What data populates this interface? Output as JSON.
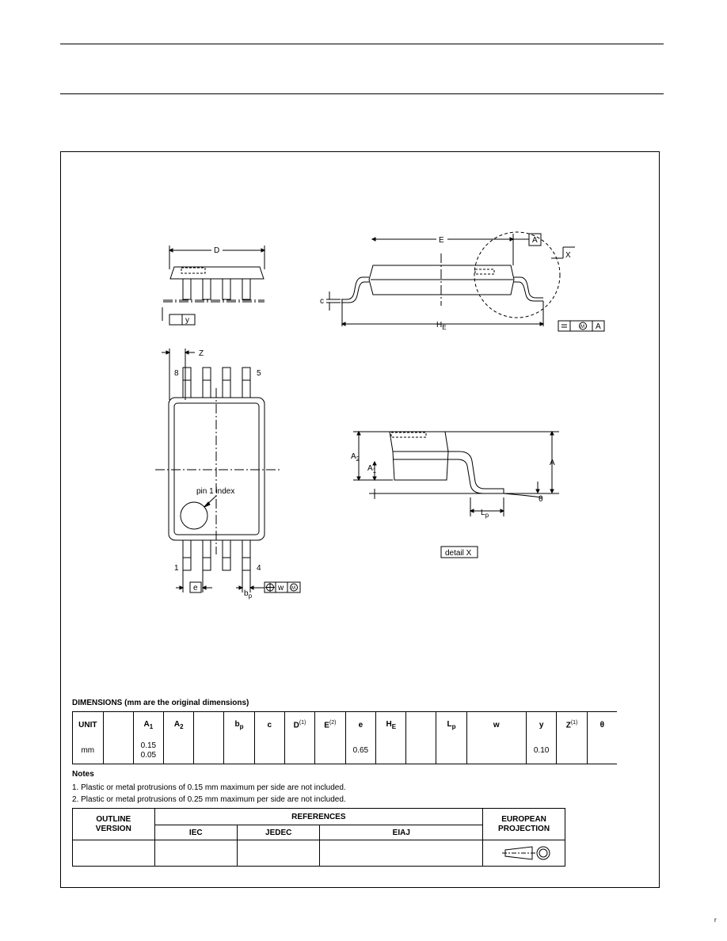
{
  "drawing": {
    "labels": {
      "D": "D",
      "E": "E",
      "A_box": "A",
      "X": "X",
      "c": "c",
      "HE_main": "H",
      "HE_sub": "E",
      "y": "y",
      "Z": "Z",
      "pin8": "8",
      "pin5": "5",
      "pin1": "1",
      "pin4": "4",
      "pin_index": "pin 1 index",
      "e": "e",
      "bp_main": "b",
      "bp_sub": "p",
      "w": "w",
      "M": "M",
      "tol_A": "A",
      "A2_main": "A",
      "A2_sub": "2",
      "A1_main": "A",
      "A1_sub": "1",
      "A_right": "A",
      "Lp_main": "L",
      "Lp_sub": "p",
      "theta": "θ",
      "detail": "detail X"
    }
  },
  "dimensions": {
    "title": "DIMENSIONS (mm are the original dimensions)",
    "headers": [
      {
        "main": "UNIT",
        "sub": "",
        "sup": ""
      },
      {
        "main": "",
        "sub": "",
        "sup": ""
      },
      {
        "main": "A",
        "sub": "1",
        "sup": ""
      },
      {
        "main": "A",
        "sub": "2",
        "sup": ""
      },
      {
        "main": "",
        "sub": "",
        "sup": ""
      },
      {
        "main": "b",
        "sub": "p",
        "sup": ""
      },
      {
        "main": "c",
        "sub": "",
        "sup": ""
      },
      {
        "main": "D",
        "sub": "",
        "sup": "(1)"
      },
      {
        "main": "E",
        "sub": "",
        "sup": "(2)"
      },
      {
        "main": "e",
        "sub": "",
        "sup": ""
      },
      {
        "main": "H",
        "sub": "E",
        "sup": ""
      },
      {
        "main": "",
        "sub": "",
        "sup": ""
      },
      {
        "main": "L",
        "sub": "p",
        "sup": ""
      },
      {
        "main": "w",
        "sub": "",
        "sup": ""
      },
      {
        "main": "y",
        "sub": "",
        "sup": ""
      },
      {
        "main": "Z",
        "sub": "",
        "sup": "(1)"
      },
      {
        "main": "θ",
        "sub": "",
        "sup": ""
      }
    ],
    "row": [
      "mm",
      "",
      "0.15\n0.05",
      "",
      "",
      "",
      "",
      "",
      "",
      "0.65",
      "",
      "",
      "",
      "",
      "0.10",
      "",
      ""
    ]
  },
  "notes": {
    "title": "Notes",
    "items": [
      "1. Plastic or metal protrusions of 0.15 mm maximum per side are not included.",
      "2. Plastic or metal protrusions of 0.25 mm maximum per side are not included."
    ]
  },
  "references": {
    "outline_version": "OUTLINE\nVERSION",
    "references": "REFERENCES",
    "iec": "IEC",
    "jedec": "JEDEC",
    "eiaj": "EIAJ",
    "european_projection": "EUROPEAN\nPROJECTION"
  },
  "corner_mark": "r"
}
